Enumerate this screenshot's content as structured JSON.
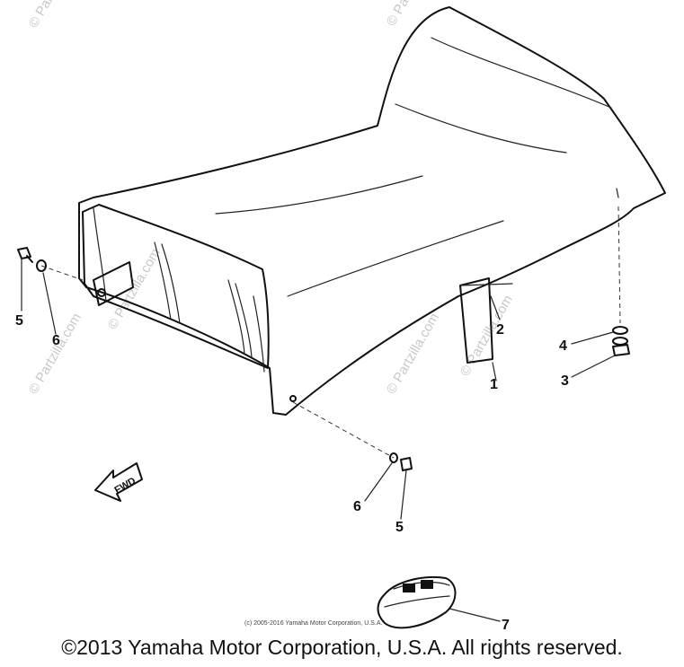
{
  "diagram": {
    "callouts": {
      "part_1": "1",
      "part_2": "2",
      "part_3": "3",
      "part_4": "4",
      "part_5_left": "5",
      "part_6_left": "6",
      "part_6_center": "6",
      "part_5_center": "5",
      "part_7": "7"
    },
    "fwd_label": "FWD",
    "watermark": "© Partzilla.com"
  },
  "image_copyright": "(c) 2005-2016 Yamaha Motor Corporation, U.S.A.",
  "footer_copyright": "©2013 Yamaha Motor Corporation, U.S.A. All rights reserved."
}
